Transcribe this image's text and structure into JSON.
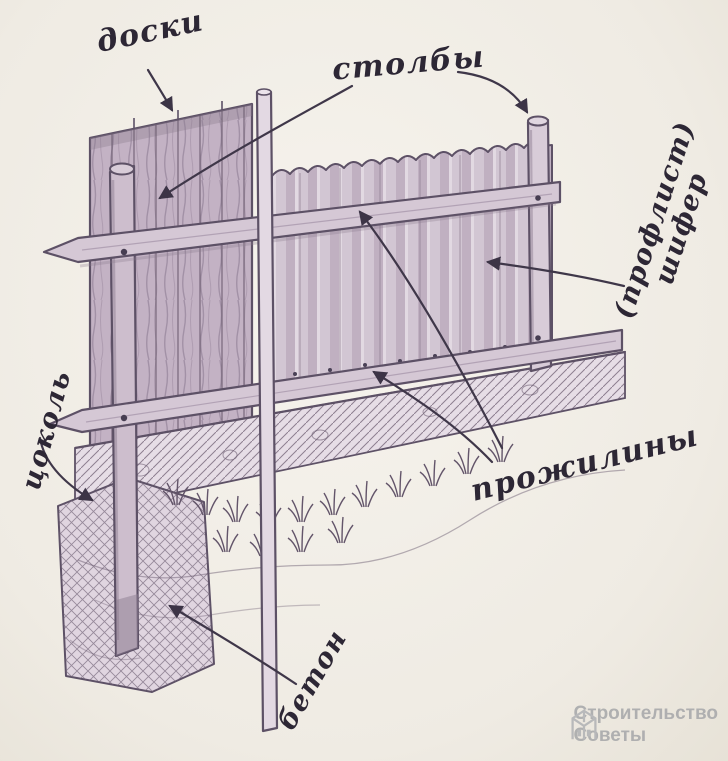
{
  "labels": {
    "boards": "доски",
    "posts": "столбы",
    "sheet_paren": "(профлист)",
    "sheet_word": "шифер",
    "rails": "прожилины",
    "plinth": "цоколь",
    "concrete": "бетон"
  },
  "watermark": {
    "line1": "Строительство",
    "line2": "Советы"
  },
  "colors": {
    "paper": "#f2efe9",
    "ink": "#2d2735",
    "pencil": "#5d5166",
    "watermark": "#a9aaac"
  }
}
